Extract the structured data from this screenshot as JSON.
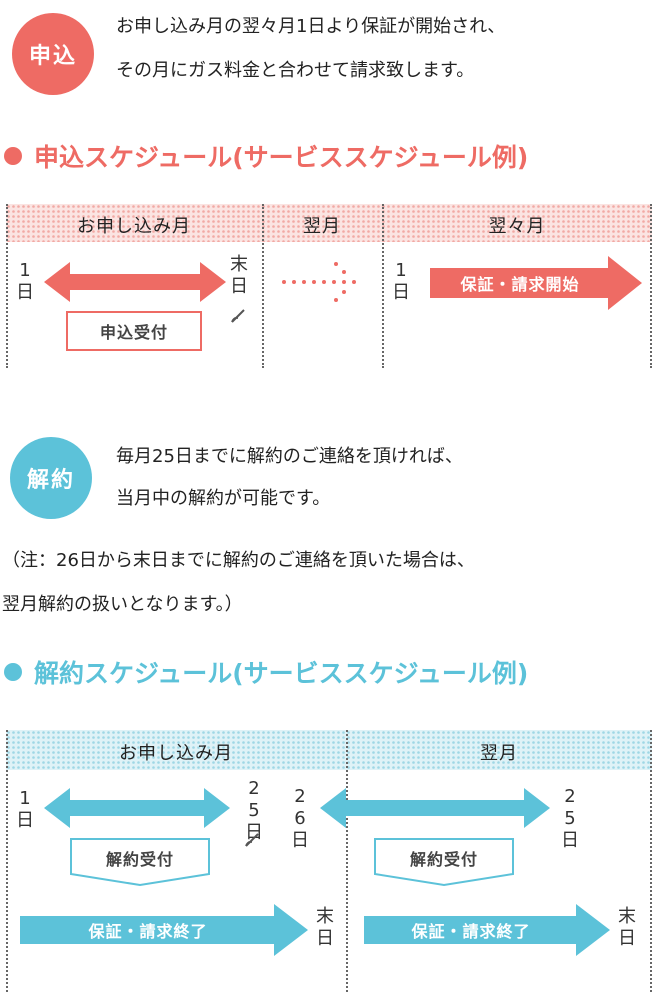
{
  "colors": {
    "coral": "#ee6b64",
    "sky": "#5cc2d9",
    "coral_pattern": "#f7c6c3",
    "sky_pattern": "#b9e4ee"
  },
  "apply": {
    "badge": "申込",
    "text_line1": "お申し込み月の翌々月1日より保証が開始され、",
    "text_line2": "その月にガス料金と合わせて請求致します。",
    "heading": "申込スケジュール(サービススケジュール例)",
    "columns": [
      "お申し込み月",
      "翌月",
      "翌々月"
    ],
    "day_first": "1日",
    "day_last": "末日",
    "day_first_next": "1日",
    "received_label": "申込受付",
    "start_label": "保証・請求開始"
  },
  "cancel": {
    "badge": "解約",
    "text_line1": "毎月25日までに解約のご連絡を頂ければ、",
    "text_line2": "当月中の解約が可能です。",
    "note_line1": "（注：26日から末日までに解約のご連絡を頂いた場合は、",
    "note_line2": "翌月解約の扱いとなります。）",
    "heading": "解約スケジュール(サービススケジュール例)",
    "columns": [
      "お申し込み月",
      "翌月"
    ],
    "day_first": "1日",
    "day_25": "25日",
    "day_26": "26日",
    "day_25_next": "25日",
    "day_last": "末日",
    "day_last_next": "末日",
    "received_label": "解約受付",
    "received_label_next": "解約受付",
    "end_label": "保証・請求終了",
    "end_label_next": "保証・請求終了"
  }
}
